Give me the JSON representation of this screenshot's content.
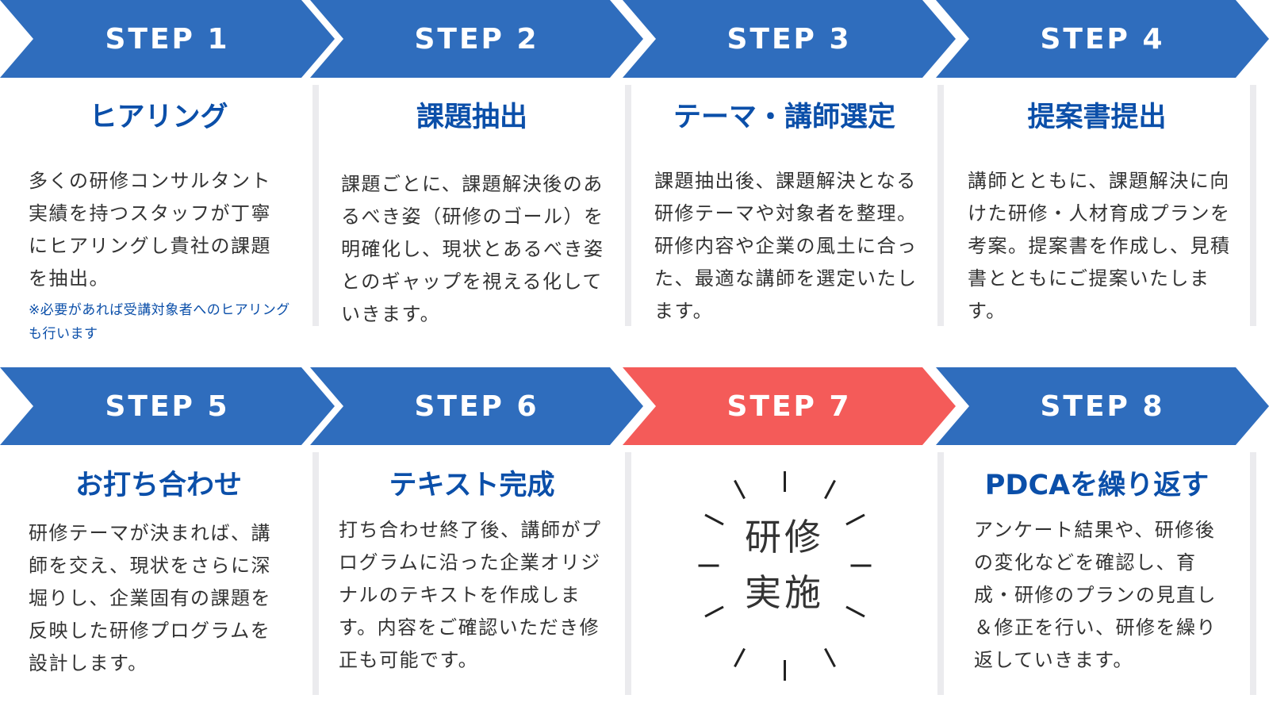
{
  "colors": {
    "blue": "#2f6dbd",
    "red": "#f45b59",
    "title": "#0b4fa9",
    "text": "#333333",
    "bar": "#ebebee"
  },
  "steps": [
    {
      "label": "STEP 1",
      "title": "ヒアリング",
      "body": "多くの研修コンサルタント実績を持つスタッフが丁寧にヒアリングし貴社の課題を抽出。",
      "note": "※必要があれば受講対象者へのヒアリングも行います"
    },
    {
      "label": "STEP 2",
      "title": "課題抽出",
      "body": "課題ごとに、課題解決後のあるべき姿（研修のゴール）を明確化し、現状とあるべき姿とのギャップを視える化していきます。"
    },
    {
      "label": "STEP 3",
      "title": "テーマ・講師選定",
      "body": "課題抽出後、課題解決となる研修テーマや対象者を整理。研修内容や企業の風土に合った、最適な講師を選定いたします。"
    },
    {
      "label": "STEP 4",
      "title": "提案書提出",
      "body": "講師とともに、課題解決に向けた研修・人材育成プランを考案。提案書を作成し、見積書とともにご提案いたします。"
    },
    {
      "label": "STEP 5",
      "title": "お打ち合わせ",
      "body": "研修テーマが決まれば、講師を交え、現状をさらに深堀りし、企業固有の課題を反映した研修プログラムを設計します。"
    },
    {
      "label": "STEP 6",
      "title": "テキスト完成",
      "body": "打ち合わせ終了後、講師がプログラムに沿った企業オリジナルのテキストを作成します。内容をご確認いただき修正も可能です。"
    },
    {
      "label": "STEP 7",
      "burst_line1": "研修",
      "burst_line2": "実施"
    },
    {
      "label": "STEP 8",
      "title": "PDCAを繰り返す",
      "body": "アンケート結果や、研修後の変化などを確認し、育成・研修のプランの見直し＆修正を行い、研修を繰り返していきます。"
    }
  ]
}
